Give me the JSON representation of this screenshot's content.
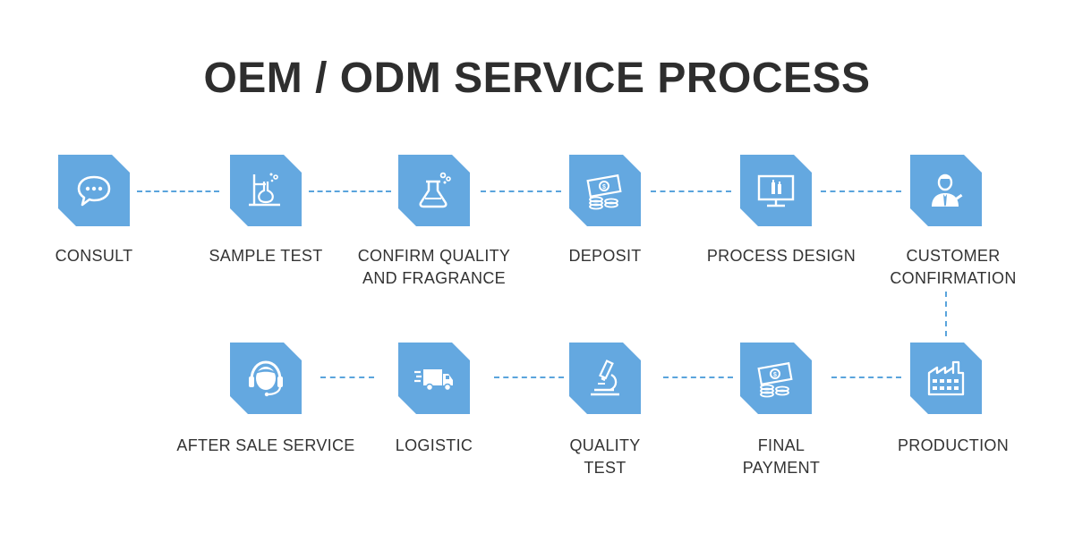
{
  "title": "OEM / ODM SERVICE PROCESS",
  "accent_color": "#64a8e0",
  "text_color": "#333333",
  "steps": [
    {
      "icon": "chat-bubble-icon",
      "lines": [
        "CONSULT"
      ]
    },
    {
      "icon": "lab-equipment-icon",
      "lines": [
        "SAMPLE TEST"
      ]
    },
    {
      "icon": "flask-icon",
      "lines": [
        "CONFIRM QUALITY",
        "AND FRAGRANCE"
      ]
    },
    {
      "icon": "money-coins-icon",
      "lines": [
        "DEPOSIT"
      ]
    },
    {
      "icon": "monitor-bottles-icon",
      "lines": [
        "PROCESS DESIGN"
      ]
    },
    {
      "icon": "businessman-icon",
      "lines": [
        "CUSTOMER",
        "CONFIRMATION"
      ]
    },
    {
      "icon": "factory-icon",
      "lines": [
        "PRODUCTION"
      ]
    },
    {
      "icon": "money-coins-icon",
      "lines": [
        "FINAL",
        "PAYMENT"
      ]
    },
    {
      "icon": "microscope-icon",
      "lines": [
        "QUALITY",
        "TEST"
      ]
    },
    {
      "icon": "delivery-truck-icon",
      "lines": [
        "LOGISTIC"
      ]
    },
    {
      "icon": "headset-agent-icon",
      "lines": [
        "AFTER SALE SERVICE"
      ]
    }
  ]
}
